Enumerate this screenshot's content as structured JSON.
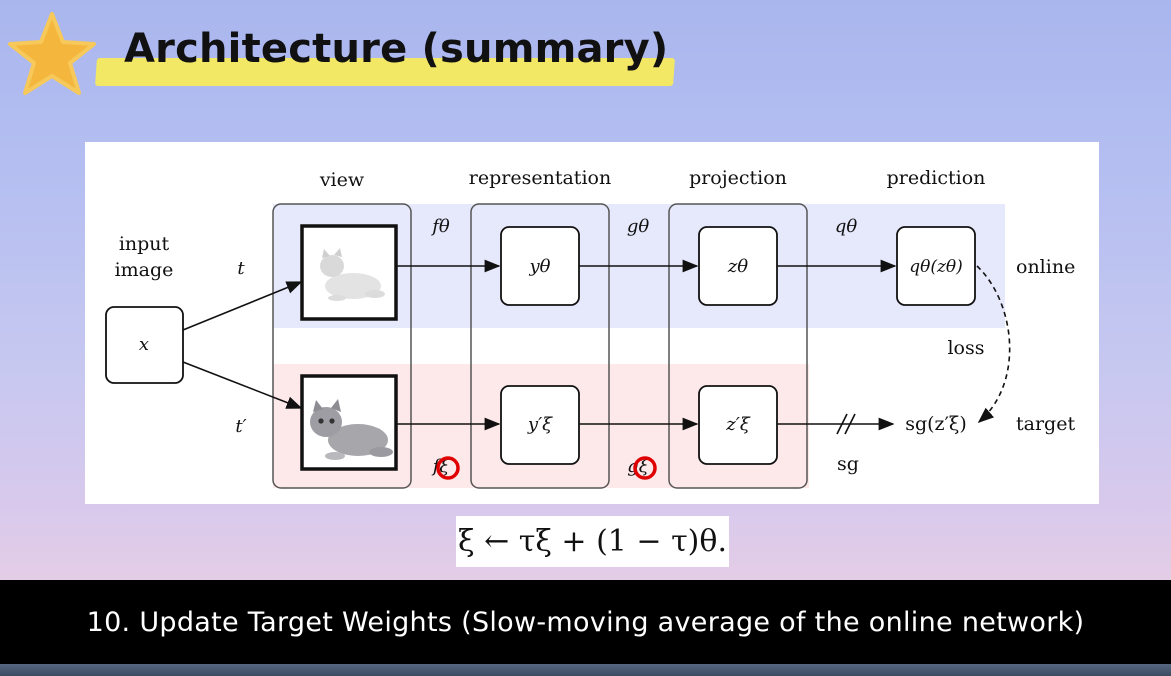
{
  "slide": {
    "title": "Architecture (summary)",
    "caption": "10. Update Target Weights (Slow-moving average of the online network)",
    "formula": "ξ ← τξ + (1 − τ)θ."
  },
  "diagram": {
    "stage_labels": {
      "view": "view",
      "representation": "representation",
      "projection": "projection",
      "prediction": "prediction"
    },
    "input_label_line1": "input",
    "input_label_line2": "image",
    "input_node": "x",
    "aug_online": "t",
    "aug_target": "t′",
    "online_label": "online",
    "target_label": "target",
    "loss_label": "loss",
    "sg_label": "sg",
    "encoder_online": "fθ",
    "projector_online": "gθ",
    "predictor_online": "qθ",
    "encoder_target": "fξ",
    "projector_target": "gξ",
    "y_online": "yθ",
    "z_online": "zθ",
    "q_output": "qθ(zθ)",
    "y_target": "y′ξ",
    "z_target": "z′ξ",
    "sg_output": "sg(z′ξ)",
    "colors": {
      "online_band": "#e6e8fb",
      "target_band": "#fde8ea",
      "highlight_circle": "#e00000",
      "title_band": "#f6ea5d",
      "star": "#f4b63c"
    }
  }
}
